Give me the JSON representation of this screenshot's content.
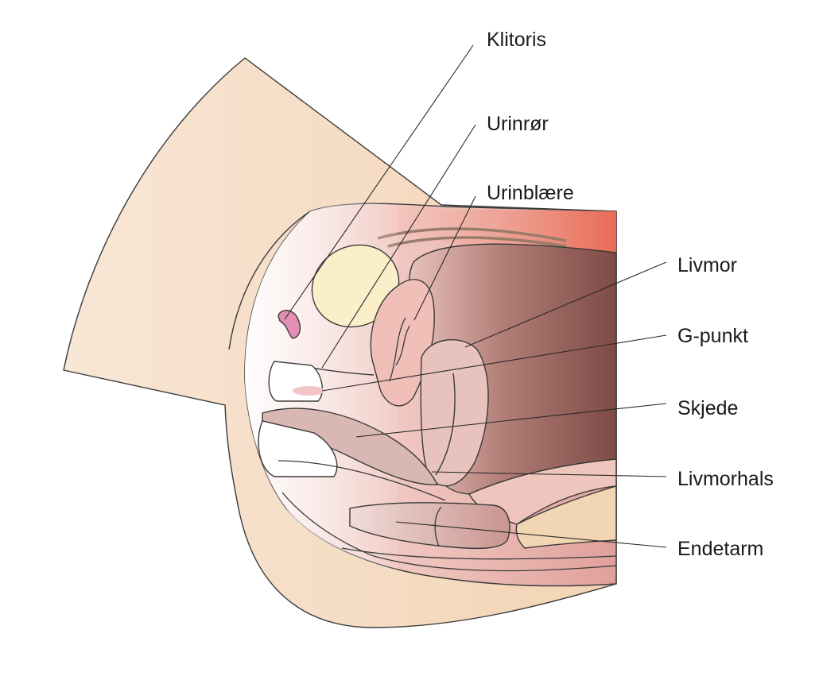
{
  "labels": [
    {
      "id": "klitoris",
      "text": "Klitoris"
    },
    {
      "id": "urinror",
      "text": "Urinrør"
    },
    {
      "id": "urinblaere",
      "text": "Urinblære"
    },
    {
      "id": "livmor",
      "text": "Livmor"
    },
    {
      "id": "g-punkt",
      "text": "G-punkt"
    },
    {
      "id": "skjede",
      "text": "Skjede"
    },
    {
      "id": "livmorhals",
      "text": "Livmorhals"
    },
    {
      "id": "endetarm",
      "text": "Endetarm"
    }
  ],
  "colors": {
    "skin": "#f9e6d4",
    "tissue_pink": "#f0c2bb",
    "uterus_brown": "#8e5650",
    "bone_yellow": "#fbefc9",
    "clitoris_pink": "#e58eb4",
    "cut_edge_red": "#ea6a55",
    "line": "#3a3a3a"
  }
}
